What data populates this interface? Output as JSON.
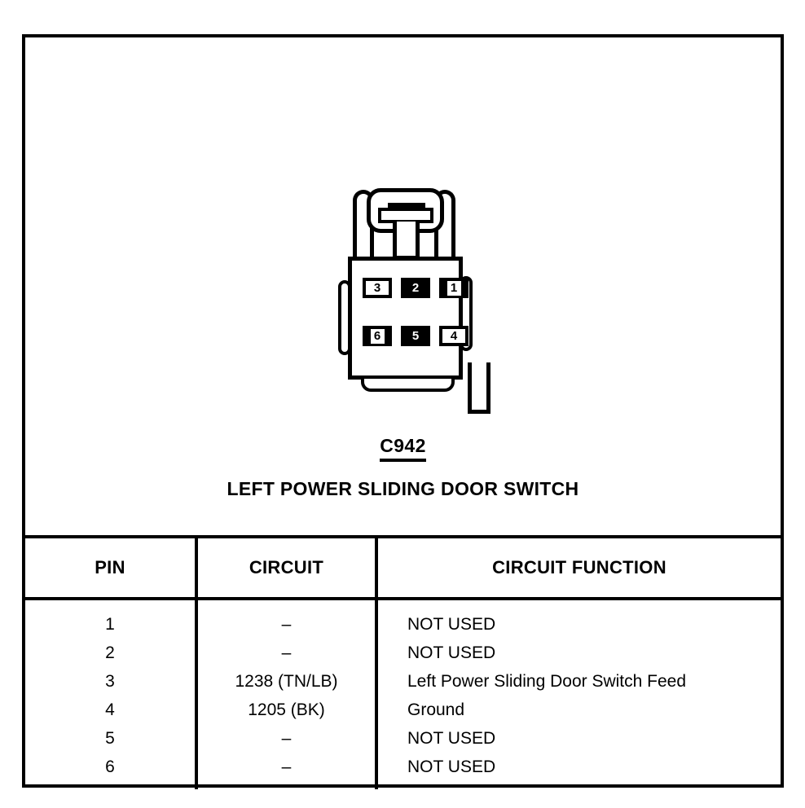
{
  "diagram": {
    "connector_id": "C942",
    "connector_name": "LEFT POWER SLIDING DOOR SWITCH",
    "cavities": [
      {
        "number": "3",
        "style": "open",
        "row": 0,
        "col": 0
      },
      {
        "number": "2",
        "style": "filled",
        "row": 0,
        "col": 1
      },
      {
        "number": "1",
        "style": "inset",
        "row": 0,
        "col": 2
      },
      {
        "number": "6",
        "style": "inset",
        "row": 1,
        "col": 0
      },
      {
        "number": "5",
        "style": "filled",
        "row": 1,
        "col": 1
      },
      {
        "number": "4",
        "style": "open",
        "row": 1,
        "col": 2
      }
    ]
  },
  "table": {
    "headers": [
      "PIN",
      "CIRCUIT",
      "CIRCUIT FUNCTION"
    ],
    "rows": [
      {
        "pin": "1",
        "circuit": "–",
        "function": "NOT USED"
      },
      {
        "pin": "2",
        "circuit": "–",
        "function": "NOT USED"
      },
      {
        "pin": "3",
        "circuit": "1238 (TN/LB)",
        "function": "Left Power Sliding Door Switch Feed"
      },
      {
        "pin": "4",
        "circuit": "1205 (BK)",
        "function": "Ground"
      },
      {
        "pin": "5",
        "circuit": "–",
        "function": "NOT USED"
      },
      {
        "pin": "6",
        "circuit": "–",
        "function": "NOT USED"
      }
    ]
  },
  "colors": {
    "ink": "#000000",
    "paper": "#ffffff"
  }
}
